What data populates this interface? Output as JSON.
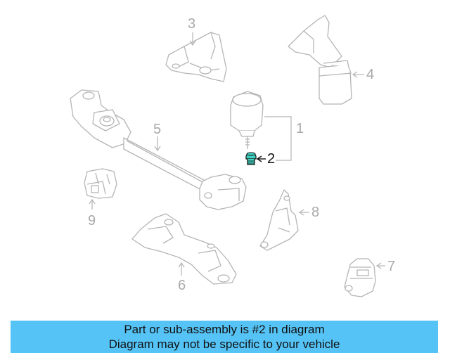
{
  "callouts": {
    "c1": "1",
    "c2": "2",
    "c3": "3",
    "c4": "4",
    "c5": "5",
    "c6": "6",
    "c7": "7",
    "c8": "8",
    "c9": "9"
  },
  "banner": {
    "line1": "Part or sub-assembly is #2 in diagram",
    "line2": "Diagram may not be specific to your vehicle"
  },
  "colors": {
    "banner_bg": "#55c3f5",
    "highlight_part": "#40d0c0",
    "line_gray": "#b5b5b5"
  }
}
